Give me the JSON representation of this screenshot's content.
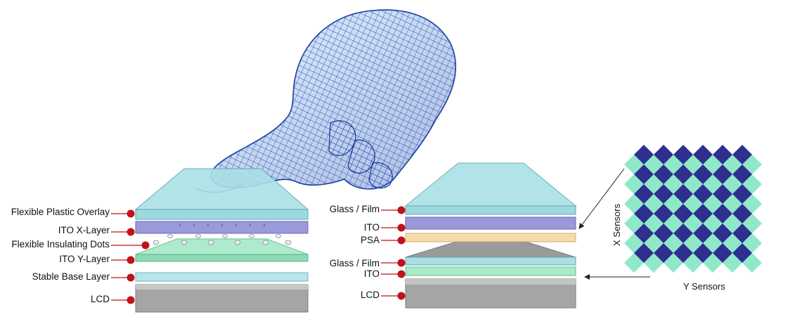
{
  "resistive": {
    "labels": [
      "Flexible Plastic Overlay",
      "ITO X-Layer",
      "Flexible Insulating Dots",
      "ITO Y-Layer",
      "Stable Base Layer",
      "LCD"
    ]
  },
  "capacitive": {
    "labels": [
      "Glass / Film",
      "ITO",
      "PSA",
      "Glass / Film",
      "ITO",
      "LCD"
    ]
  },
  "sensor_grid": {
    "x_label": "X Sensors",
    "y_label": "Y Sensors"
  },
  "colors": {
    "leader_dot": "#c0121a",
    "leader_line": "#c0121a",
    "glass": "#a9e0e6",
    "ito_x": "#8f8fd9",
    "ito_y": "#9fe8c4",
    "psa": "#f6d9a8",
    "lcd": "#9a9a9a",
    "x_sensor": "#2e2f8f",
    "y_sensor": "#8fe9c9",
    "hand": "#3a7bd5"
  },
  "icons": {
    "hand": "pointing-hand-wireframe-icon"
  }
}
